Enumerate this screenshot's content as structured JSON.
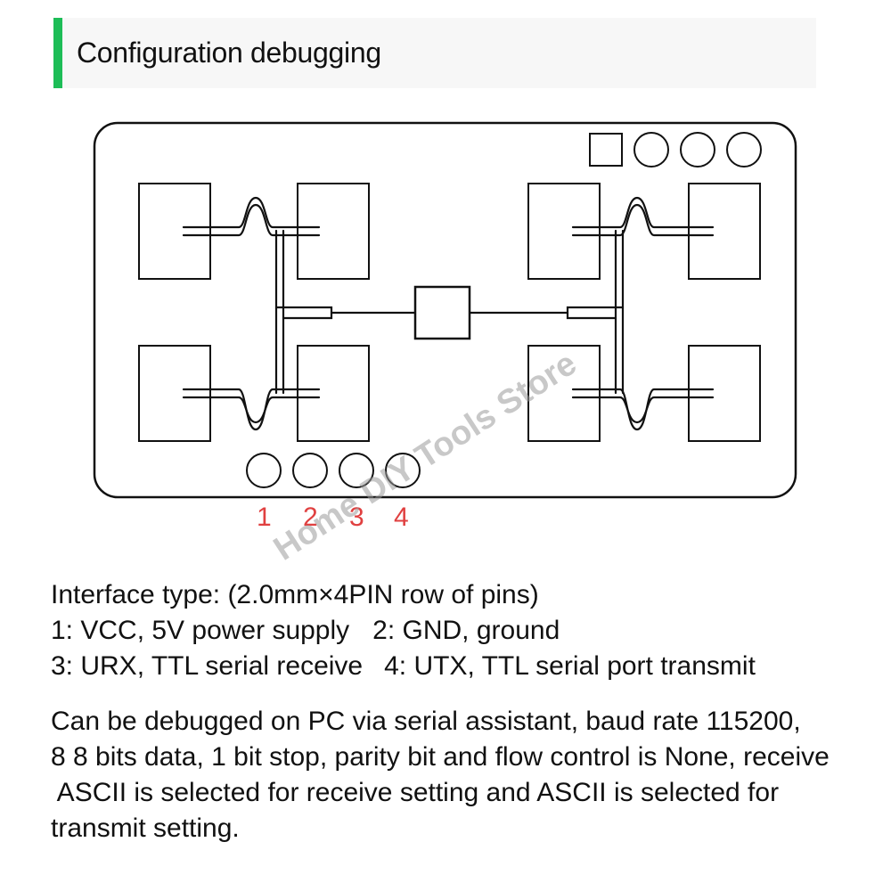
{
  "header": {
    "title": "Configuration debugging",
    "accent_color": "#1dbd57"
  },
  "board": {
    "pin_labels": [
      "1",
      "2",
      "3",
      "4"
    ],
    "pin_label_color": "#e04040",
    "watermark": "Home DIY Tools Store"
  },
  "interface": {
    "type_line": "Interface type: (2.0mm×4PIN row of pins)",
    "pin1": "1: VCC, 5V power supply",
    "pin2": "2: GND, ground",
    "pin3": "3: URX, TTL serial receive",
    "pin4": "4: UTX, TTL serial port transmit"
  },
  "description": {
    "lines": [
      "Can be debugged on PC via serial assistant, baud rate 115200,",
      "8 8 bits data, 1 bit stop, parity bit and flow control is None, receive",
      " ASCII is selected for receive setting and ASCII is selected for",
      "transmit setting."
    ]
  }
}
